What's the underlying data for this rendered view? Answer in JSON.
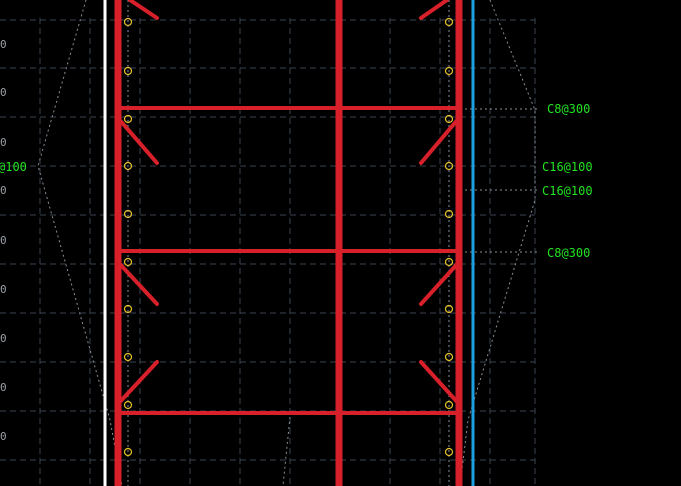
{
  "drawing": {
    "background": "#000000",
    "colors": {
      "rebar": "#d8202a",
      "grid": "#3a4452",
      "dim_line": "#8a8f96",
      "label": "#22e222",
      "inner_marker": "#e6c22a",
      "left_boundary": "#ffffff",
      "right_boundary": "#1e9fe0"
    },
    "annotations": [
      {
        "id": "stirrup-top",
        "text": "C8@300"
      },
      {
        "id": "left-spacing",
        "text": "@100"
      },
      {
        "id": "right-spacing-1",
        "text": "C16@100"
      },
      {
        "id": "right-spacing-2",
        "text": "C16@100"
      },
      {
        "id": "stirrup-middle",
        "text": "C8@300"
      }
    ],
    "left_edge_text": [
      "0",
      "0",
      "0",
      "0",
      "0",
      "0",
      "0",
      "0",
      "0"
    ]
  }
}
